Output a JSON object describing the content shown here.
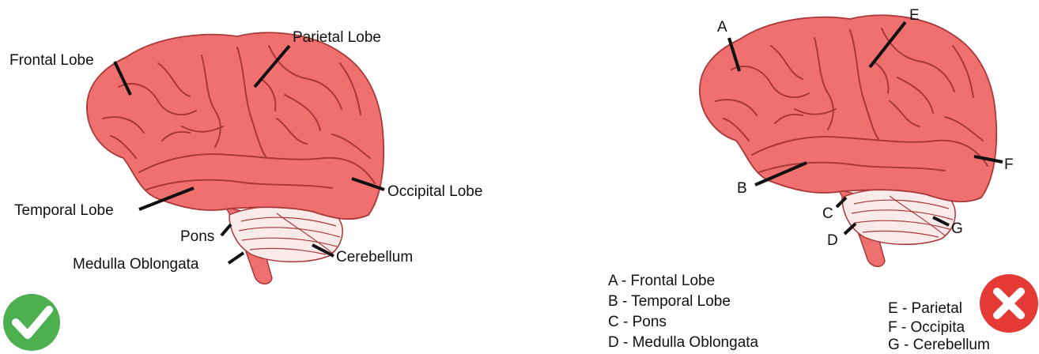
{
  "left_diagram": {
    "labels": {
      "frontal": "Frontal Lobe",
      "parietal": "Parietal Lobe",
      "temporal": "Temporal Lobe",
      "occipital": "Occipital Lobe",
      "pons": "Pons",
      "medulla": "Medulla Oblongata",
      "cerebellum": "Cerebellum"
    },
    "status_icon": "check-icon",
    "status_color": "#4caf50"
  },
  "right_diagram": {
    "letters": {
      "a": "A",
      "b": "B",
      "c": "C",
      "d": "D",
      "e": "E",
      "f": "F",
      "g": "G"
    },
    "legend": [
      "A - Frontal Lobe",
      "B - Temporal Lobe",
      "C - Pons",
      "D - Medulla Oblongata",
      "E - Parietal",
      "F - Occipita",
      "G - Cerebellum"
    ],
    "status_icon": "cross-icon",
    "status_color": "#e53935"
  },
  "colors": {
    "brain": "#f07070",
    "sulci": "#a83838",
    "cerebellum": "#fbeaea"
  }
}
